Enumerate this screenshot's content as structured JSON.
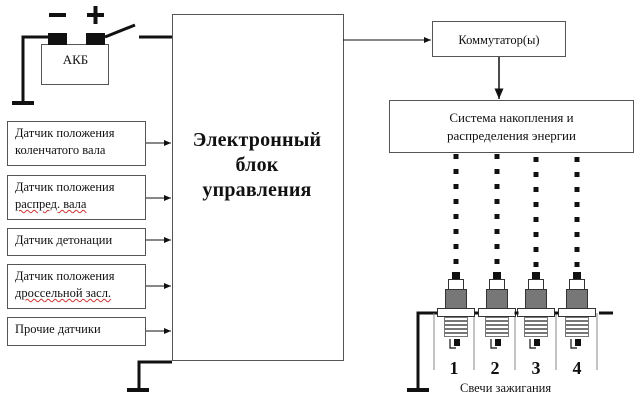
{
  "diagram": {
    "title": "Ignition system block diagram",
    "battery": {
      "label": "АКБ",
      "minus_symbol": "−",
      "plus_symbol": "+"
    },
    "ecu": {
      "label_line1": "Электронный",
      "label_line2": "блок",
      "label_line3": "управления"
    },
    "sensors": [
      {
        "line1": "Датчик положения",
        "line2": "коленчатого вала"
      },
      {
        "line1": "Датчик положения",
        "line2": "распред. вала"
      },
      {
        "line1": "Датчик детонации",
        "line2": ""
      },
      {
        "line1": "Датчик положения",
        "line2": "дроссельной засл."
      },
      {
        "line1": "Прочие датчики",
        "line2": ""
      }
    ],
    "commutator": {
      "label": "Коммутатор(ы)"
    },
    "energy_system": {
      "line1": "Система накопления и",
      "line2": "распределения энергии"
    },
    "spark_plugs": {
      "numbers": [
        "1",
        "2",
        "3",
        "4"
      ],
      "caption": "Свечи зажигания"
    },
    "colors": {
      "line": "#111111",
      "box_border": "#555555",
      "plug_body": "#777777",
      "wire": "#000000"
    }
  }
}
